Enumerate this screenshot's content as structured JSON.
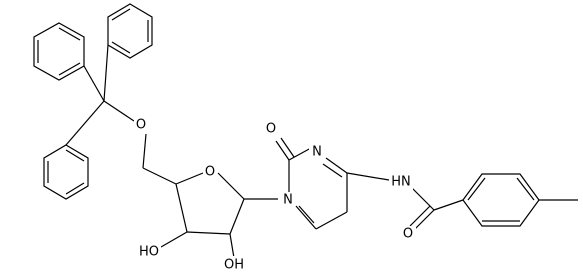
{
  "figure": {
    "background": "#ffffff",
    "line_color": "#000000"
  },
  "atom_labels": {
    "trityl_ether_oxygen": "O",
    "ring_oxygen": "O",
    "hydroxyl_c3": "HO",
    "hydroxyl_c2": "OH",
    "carbonyl_oxygen_pyrimidinone": "O",
    "ring_nitrogen_n1": "N",
    "ring_nitrogen_n3": "N",
    "amide_nitrogen": "HN",
    "amide_carbonyl_oxygen": "O"
  }
}
